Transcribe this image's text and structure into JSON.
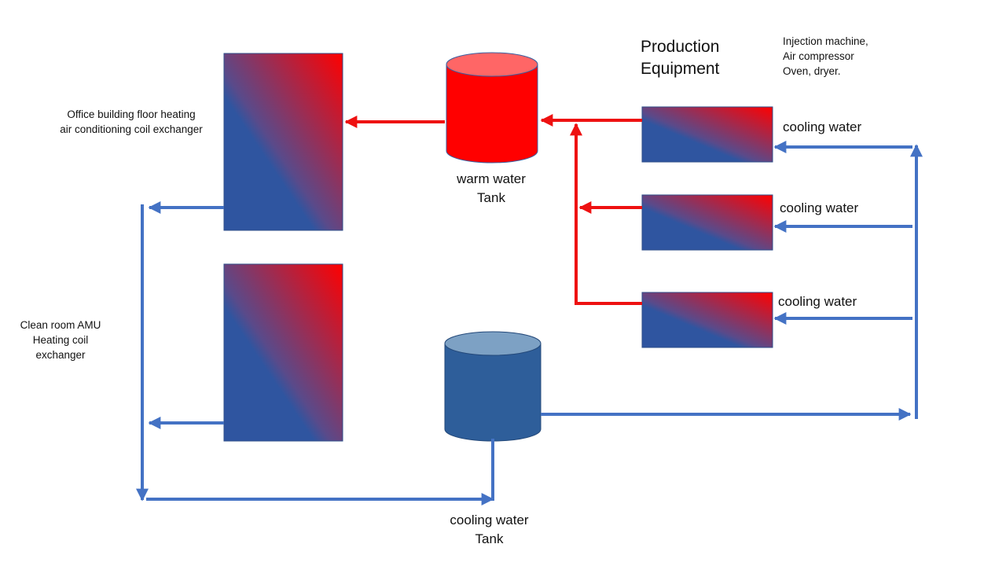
{
  "labels": {
    "office_exchanger": [
      "Office building floor heating",
      "air conditioning  coil exchanger"
    ],
    "clean_room_exchanger": [
      "Clean room  AMU",
      "Heating coil",
      "exchanger"
    ],
    "warm_tank": [
      "warm water",
      "Tank"
    ],
    "cooling_tank": [
      "cooling water",
      "Tank"
    ],
    "production": [
      "Production",
      "Equipment"
    ],
    "equipment_list": [
      "Injection machine,",
      "Air compressor",
      "Oven, dryer."
    ],
    "cooling_water_1": "cooling water",
    "cooling_water_2": "cooling water",
    "cooling_water_3": "cooling water"
  },
  "colors": {
    "hot_pipe": "#ee1111",
    "cold_pipe": "#4472c4",
    "gradient_hot": "#ff0000",
    "gradient_cold": "#2f55a0",
    "warm_tank_body": "#ff0000",
    "warm_tank_top": "#ff6666",
    "cool_tank_body": "#2e5e9a",
    "cool_tank_top": "#7da1c4"
  }
}
